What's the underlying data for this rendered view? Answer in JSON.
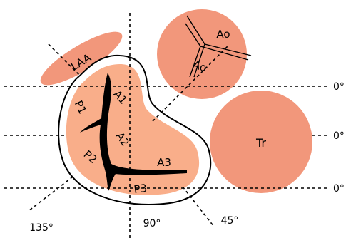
{
  "colors": {
    "background": "#ffffff",
    "pink": "#f2977b",
    "leaflet": "#f9ae8a",
    "line": "#000000",
    "valve_line": "#000000"
  },
  "labels": {
    "laa": "LAA",
    "ao_upper": "Ao",
    "ao_lower": "Ao",
    "tr": "Tr",
    "a1": "A1",
    "a2": "A2",
    "a3": "A3",
    "p1": "P1",
    "p2": "P2",
    "p3": "P3",
    "angle_0_top": "0°",
    "angle_0_mid": "0°",
    "angle_0_bottom": "0°",
    "angle_135": "135°",
    "angle_90": "90°",
    "angle_45": "45°"
  }
}
